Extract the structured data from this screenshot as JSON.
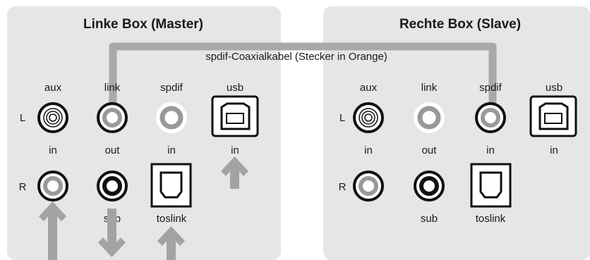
{
  "cable": {
    "label": "spdif-Coaxialkabel (Stecker in Orange)",
    "color": "#a9a9a9"
  },
  "colors": {
    "panel": "#e6e6e6",
    "arrow": "#a3a3a3",
    "jack_ring_gray": "#999999",
    "jack_ring_black": "#111111"
  },
  "left_box": {
    "title": "Linke Box (Master)",
    "row_L": "L",
    "row_R": "R",
    "top_labels": [
      "aux",
      "link",
      "spdif",
      "usb"
    ],
    "mid_labels": [
      "in",
      "out",
      "in",
      "in"
    ],
    "bottom_labels": [
      "sub",
      "toslink"
    ]
  },
  "right_box": {
    "title": "Rechte Box (Slave)",
    "row_L": "L",
    "row_R": "R",
    "top_labels": [
      "aux",
      "link",
      "spdif",
      "usb"
    ],
    "mid_labels": [
      "in",
      "out",
      "in",
      "in"
    ],
    "bottom_labels": [
      "sub",
      "toslink"
    ]
  },
  "icons": [
    "rca-jack-icon",
    "usb-b-port-icon",
    "toslink-port-icon",
    "arrow-up-icon",
    "arrow-down-icon"
  ]
}
